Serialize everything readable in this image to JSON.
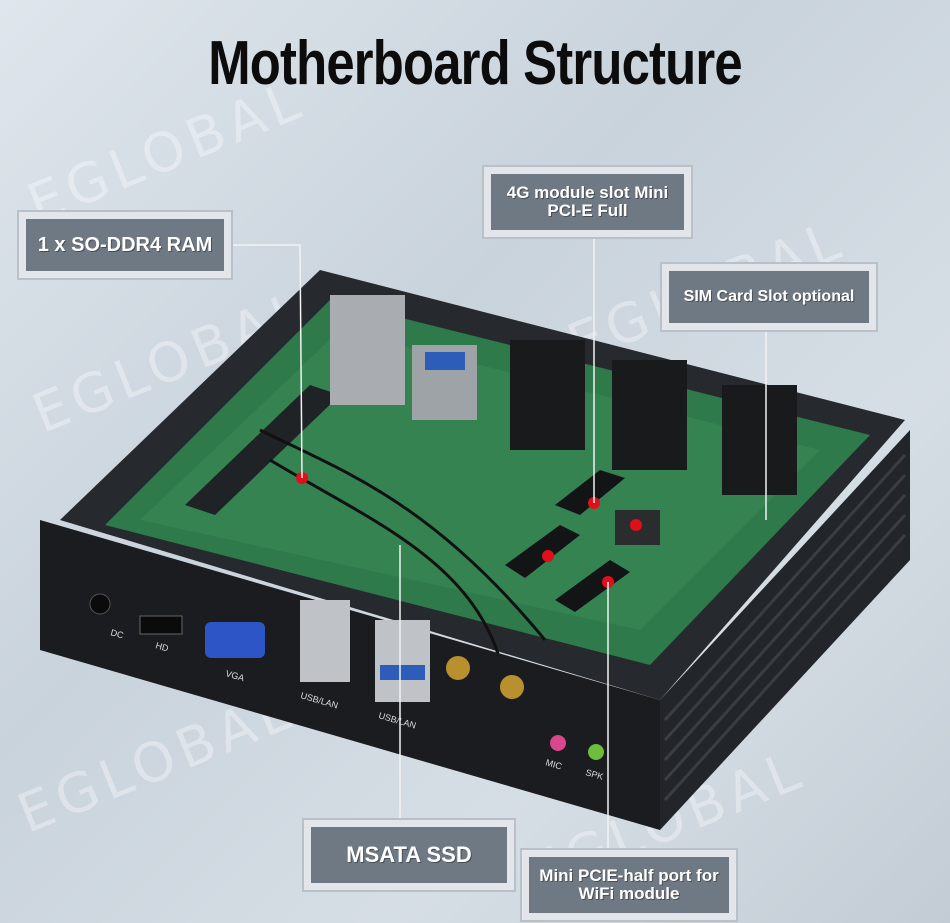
{
  "title": "Motherboard Structure",
  "watermark": "EGLOBAL",
  "callouts": {
    "ram": "1 x SO-DDR4 RAM",
    "module_4g": "4G module slot Mini PCI-E Full",
    "sim": "SIM Card Slot optional",
    "msata": "MSATA SSD",
    "wifi": "Mini PCIE-half port for WiFi module"
  },
  "ports": {
    "dc": "DC",
    "hd": "HD",
    "vga": "VGA",
    "usb_lan_1": "USB/LAN",
    "usb_lan_2": "USB/LAN",
    "mic": "MIC",
    "spk": "SPK"
  },
  "colors": {
    "pcb": "#2f7a4a",
    "case": "#1a1c1f",
    "marker": "#e0101a",
    "callout_fill": "#6f7984"
  }
}
